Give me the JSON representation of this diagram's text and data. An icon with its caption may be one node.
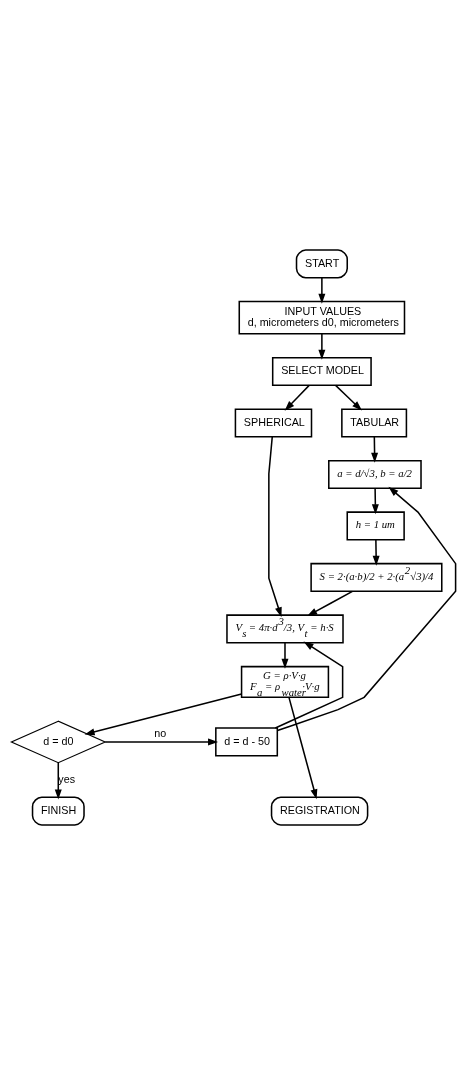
{
  "diagram": {
    "nodes": [
      {
        "text": [
          "START"
        ]
      },
      {
        "text": [
          "INPUT VALUES",
          "d, micrometers d0, micrometers"
        ]
      },
      {
        "text": [
          "SELECT MODEL"
        ]
      },
      {
        "text": [
          "SPHERICAL"
        ]
      },
      {
        "text": [
          "TABULAR"
        ]
      },
      {
        "text": [
          "a = d/√3, b = a/2"
        ]
      },
      {
        "text": [
          "h = 1 um"
        ]
      },
      {
        "text": [
          "S = 2·(a·b)/2 + 2·(a$^{2}$√3)/4"
        ]
      },
      {
        "text": [
          "V$_{s}$ = 4π·d$^{3}$/3, V$_{t}$ = h·S"
        ]
      },
      {
        "text": [
          "G = ρ·V·g",
          "F$_{a}$ = ρ$_{water}$·V·g"
        ]
      },
      {
        "text": [
          "d = d0"
        ]
      },
      {
        "text": [
          "d = d - 50"
        ]
      },
      {
        "text": [
          "FINISH"
        ]
      },
      {
        "text": [
          "REGISTRATION"
        ]
      }
    ],
    "edges": [
      {
        "from": 0,
        "to": 1,
        "arrow": "to"
      },
      {
        "from": 1,
        "to": 2,
        "arrow": "to"
      },
      {
        "from": 2,
        "to": 3,
        "arrow": "to"
      },
      {
        "from": 2,
        "to": 4,
        "arrow": "to"
      },
      {
        "from": 4,
        "to": 5,
        "arrow": "to"
      },
      {
        "from": 5,
        "to": 6,
        "arrow": "to"
      },
      {
        "from": 6,
        "to": 7,
        "arrow": "to"
      },
      {
        "from": 3,
        "to": 8,
        "arrow": "to"
      },
      {
        "from": 7,
        "to": 8,
        "arrow": "to"
      },
      {
        "from": 8,
        "to": 9,
        "arrow": "to"
      },
      {
        "from": 9,
        "to": 10,
        "arrow": "to"
      },
      {
        "from": 10,
        "to": 11,
        "arrow": "to",
        "label": "no"
      },
      {
        "from": 10,
        "to": 12,
        "arrow": "to",
        "label": "yes"
      },
      {
        "from": 9,
        "to": 13,
        "arrow": "to"
      },
      {
        "from": 11,
        "to": 8,
        "arrow": "to"
      },
      {
        "from": 11,
        "to": 5,
        "arrow": "to"
      }
    ]
  }
}
